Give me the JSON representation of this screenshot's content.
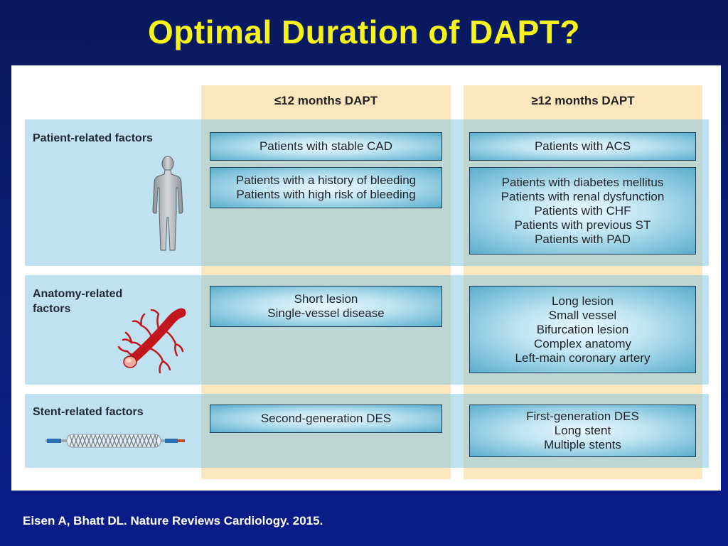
{
  "title": "Optimal Duration of DAPT?",
  "citation": "Eisen A, Bhatt DL. Nature Reviews Cardiology. 2015.",
  "columns": {
    "short": "≤12 months DAPT",
    "long": "≥12 months DAPT"
  },
  "rows": {
    "patient": {
      "label": "Patient-related factors",
      "icon": "human-figure-icon",
      "short_boxes": [
        [
          "Patients with stable CAD"
        ],
        [
          "Patients with a history of bleeding",
          "Patients with high risk of bleeding"
        ]
      ],
      "long_boxes": [
        [
          "Patients with ACS"
        ],
        [
          "Patients with diabetes mellitus",
          "Patients with renal dysfunction",
          "Patients with CHF",
          "Patients with previous ST",
          "Patients with PAD"
        ]
      ]
    },
    "anatomy": {
      "label_line1": "Anatomy-related",
      "label_line2": "factors",
      "icon": "coronary-artery-icon",
      "short_boxes": [
        [
          "Short lesion",
          "Single-vessel disease"
        ]
      ],
      "long_boxes": [
        [
          "Long lesion",
          "Small vessel",
          "Bifurcation lesion",
          "Complex anatomy",
          "Left-main coronary artery"
        ]
      ]
    },
    "stent": {
      "label": "Stent-related factors",
      "icon": "stent-icon",
      "short_boxes": [
        [
          "Second-generation DES"
        ]
      ],
      "long_boxes": [
        [
          "First-generation DES",
          "Long stent",
          "Multiple stents"
        ]
      ]
    }
  },
  "colors": {
    "background": "#0b1e78",
    "title": "#f6f21c",
    "column_fill": "#fbe6bd",
    "band_fill": "#8cc8e4",
    "box_edge": "#1b3a55"
  }
}
